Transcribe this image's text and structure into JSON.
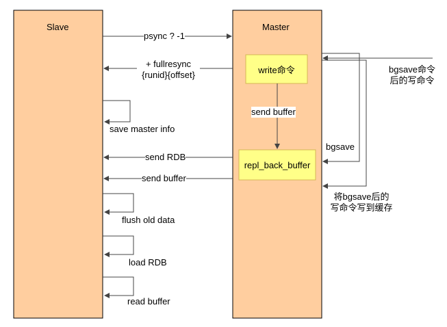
{
  "lanes": {
    "slave": "Slave",
    "master": "Master"
  },
  "boxes": {
    "write_cmd": "write命令",
    "repl_buffer": "repl_back_buffer"
  },
  "messages": {
    "psync": "psync ? -1",
    "fullresync_line1": "+ fullresync",
    "fullresync_line2": "{runid}{offset}",
    "save_master_info": "save master  info",
    "send_rdb": "send RDB",
    "send_buffer": "send buffer",
    "flush_old_data": "flush old data",
    "load_rdb": "load RDB",
    "read_buffer": "read buffer"
  },
  "master_notes": {
    "internal_send_buffer": "send buffer",
    "bgsave": "bgsave",
    "bgsave_after_line1": "bgsave命令",
    "bgsave_after_line2": "后的写命令",
    "write_to_cache_line1": "将bgsave后的",
    "write_to_cache_line2": "写命令写到缓存"
  },
  "colors": {
    "lane_fill": "#FFCE9F",
    "box_fill": "#FFFF88",
    "box_stroke": "#D6B656",
    "line": "#000000"
  }
}
